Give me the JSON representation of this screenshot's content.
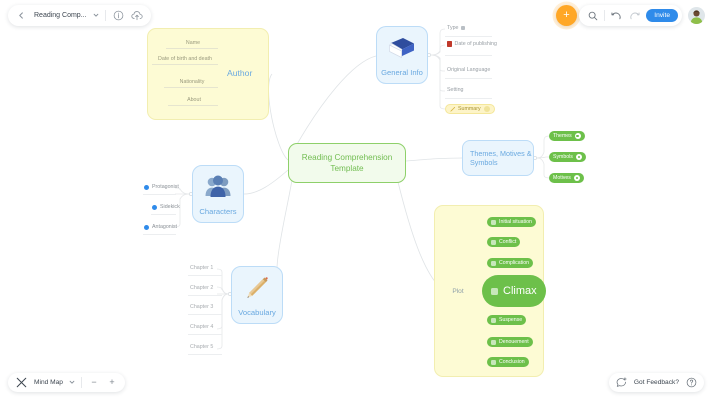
{
  "topbar": {
    "back_icon": "chevron-left-icon",
    "title": "Reading Comp...",
    "title_chevron": "chevron-down-icon",
    "info_icon": "info-icon",
    "cloud_icon": "cloud-upload-icon",
    "add_label": "+",
    "search_icon": "search-icon",
    "undo_icon": "undo-icon",
    "redo_icon": "redo-icon",
    "invite_label": "Invite",
    "avatar": "user-avatar"
  },
  "bottombar": {
    "mode_icon": "mind-map-icon",
    "mode_label": "Mind Map",
    "mode_chevron": "chevron-down-icon",
    "zoom_out": "−",
    "zoom_in": "+",
    "feedback_icon": "feedback-icon",
    "feedback_label": "Got Feedback?",
    "help_icon": "help-icon"
  },
  "mindmap": {
    "center": {
      "label": "Reading Comprehension Template",
      "color": "#8ed06a"
    },
    "branches": {
      "author": {
        "label": "Author",
        "children": [
          "Name",
          "Date of birth and death",
          "Nationality",
          "About"
        ]
      },
      "general_info": {
        "label": "General Info",
        "icon": "book-icon",
        "children": [
          {
            "label": "Type",
            "icon": "square-icon"
          },
          {
            "label": "Date of publishing",
            "icon": "book-red-icon"
          },
          {
            "label": "Original Language",
            "icon": ""
          },
          {
            "label": "Setting",
            "icon": ""
          },
          {
            "label": "Summary",
            "icon": "pencil-icon",
            "style": "yellow-pill"
          }
        ]
      },
      "themes": {
        "label": "Themes, Motives & Symbols",
        "children": [
          "Themes",
          "Symbols",
          "Motives"
        ]
      },
      "plot": {
        "label": "Plot",
        "children": [
          "Initial situation",
          "Conflict",
          "Complication",
          "Climax",
          "Suspense",
          "Denouement",
          "Conclusion"
        ],
        "emphasized": "Climax"
      },
      "characters": {
        "label": "Characters",
        "icon": "people-icon",
        "children": [
          "Protagonist",
          "Sidekick",
          "Antagonist"
        ]
      },
      "vocabulary": {
        "label": "Vocabulary",
        "icon": "pencil-icon",
        "children": [
          "Chapter 1",
          "Chapter 2",
          "Chapter 3",
          "Chapter 4",
          "Chapter 5"
        ]
      }
    }
  },
  "colors": {
    "green": "#6dc04a",
    "green_border": "#8ed06a",
    "blue": "#2f8bea",
    "blue_soft": "#6aa9e0",
    "yellow_panel": "#fdfbd4",
    "orange": "#ffa726"
  }
}
